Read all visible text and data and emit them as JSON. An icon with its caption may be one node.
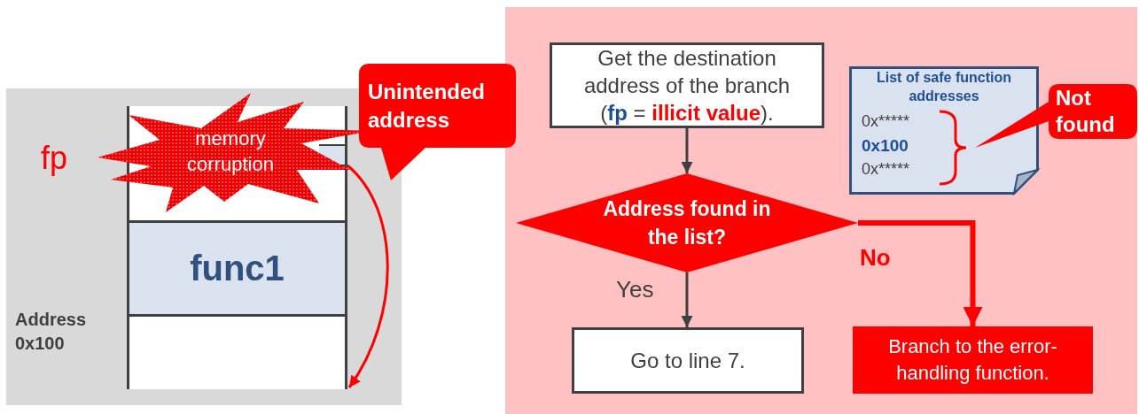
{
  "diagram": {
    "nodes": [
      {
        "text": [],
        "shape": "box"
      },
      {
        "text": [
          "func1"
        ]
      },
      {
        "text": [],
        "shape": "box"
      },
      {
        "text": [
          "memory corruption"
        ]
      },
      {
        "text": [
          "Unintended address"
        ]
      },
      {
        "text": [
          "Get the destination address of the branch (**fp** = **illicit value**)."
        ]
      },
      {
        "text": [
          "Address found in the list?"
        ]
      },
      {
        "text": [
          "Go to line 7."
        ]
      },
      {
        "text": [
          "Branch to the error-handling function."
        ]
      },
      {
        "text": [
          "List of safe function addresses",
          "0x*****",
          "0x100",
          "0x*****"
        ]
      },
      {
        "text": [
          "Not found"
        ]
      }
    ],
    "edges": [
      {
        "from": 0,
        "to": 2,
        "arrow": "to",
        "color": "#ff0000"
      },
      {
        "from": 5,
        "to": 6,
        "arrow": "to",
        "color": "#404040"
      },
      {
        "from": 6,
        "to": 7,
        "arrow": "to",
        "label": "Yes",
        "color": "#404040"
      },
      {
        "from": 6,
        "to": 8,
        "arrow": "to",
        "label": "No",
        "style": "thick",
        "color": "#ff0000"
      }
    ],
    "labels": [
      "fp",
      "Address 0x100"
    ]
  }
}
